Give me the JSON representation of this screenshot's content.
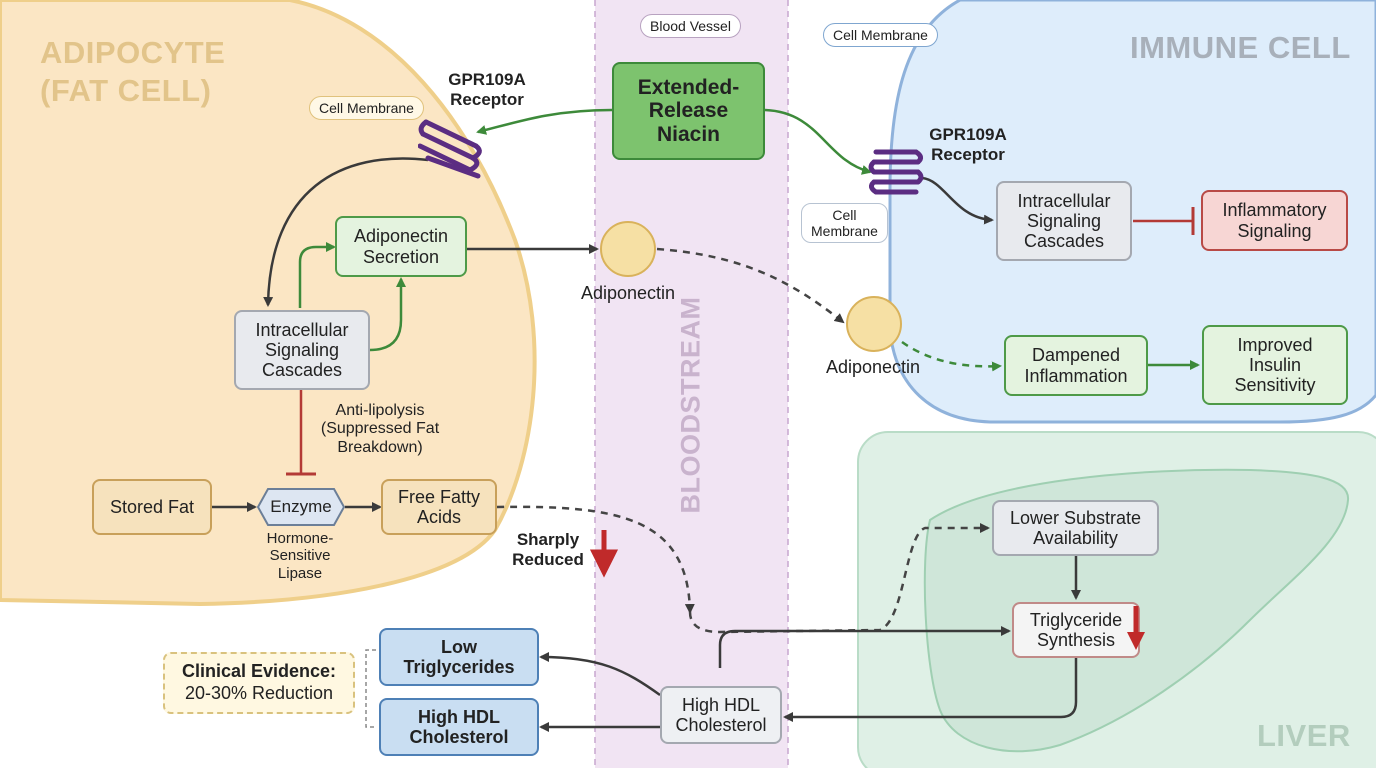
{
  "regions": {
    "adipocyte": "ADIPOCYTE\n(FAT CELL)",
    "immune": "IMMUNE CELL",
    "liver": "LIVER",
    "bloodstream": "BLOODSTREAM"
  },
  "labels": {
    "blood_vessel": "Blood Vessel",
    "cell_membrane": "Cell Membrane",
    "cell_membrane_stack": "Cell\nMembrane",
    "gpr_receptor": "GPR109A\nReceptor",
    "adiponectin": "Adiponectin",
    "anti_lipolysis": "Anti-lipolysis\n(Suppressed Fat\nBreakdown)",
    "hsl": "Hormone-\nSensitive\nLipase",
    "sharply_reduced": "Sharply\nReduced"
  },
  "nodes": {
    "niacin": "Extended-\nRelease\nNiacin",
    "adipo_secretion": "Adiponectin\nSecretion",
    "adipo_signaling": "Intracellular\nSignaling\nCascades",
    "stored_fat": "Stored Fat",
    "enzyme": "Enzyme",
    "ffa": "Free Fatty\nAcids",
    "immune_signaling": "Intracellular\nSignaling\nCascades",
    "inflammatory": "Inflammatory\nSignaling",
    "dampened": "Dampened\nInflammation",
    "insulin": "Improved\nInsulin\nSensitivity",
    "lower_substrate": "Lower Substrate\nAvailability",
    "tg_synthesis": "Triglyceride\nSynthesis",
    "high_hdl": "High HDL\nCholesterol",
    "low_tg_out": "Low\nTriglycerides",
    "high_hdl_out": "High HDL\nCholesterol",
    "clinical": "Clinical Evidence:\n20-30% Reduction"
  },
  "colors": {
    "adipocyte_fill": "#fbe6c4",
    "immune_fill": "#deedfb",
    "liver_fill": "#d6ebe0",
    "bloodstream_fill": "#f1e4f3",
    "activation_arrow": "#3d8a3a",
    "inhibition": "#b33a36",
    "receptor": "#5b2d82"
  }
}
